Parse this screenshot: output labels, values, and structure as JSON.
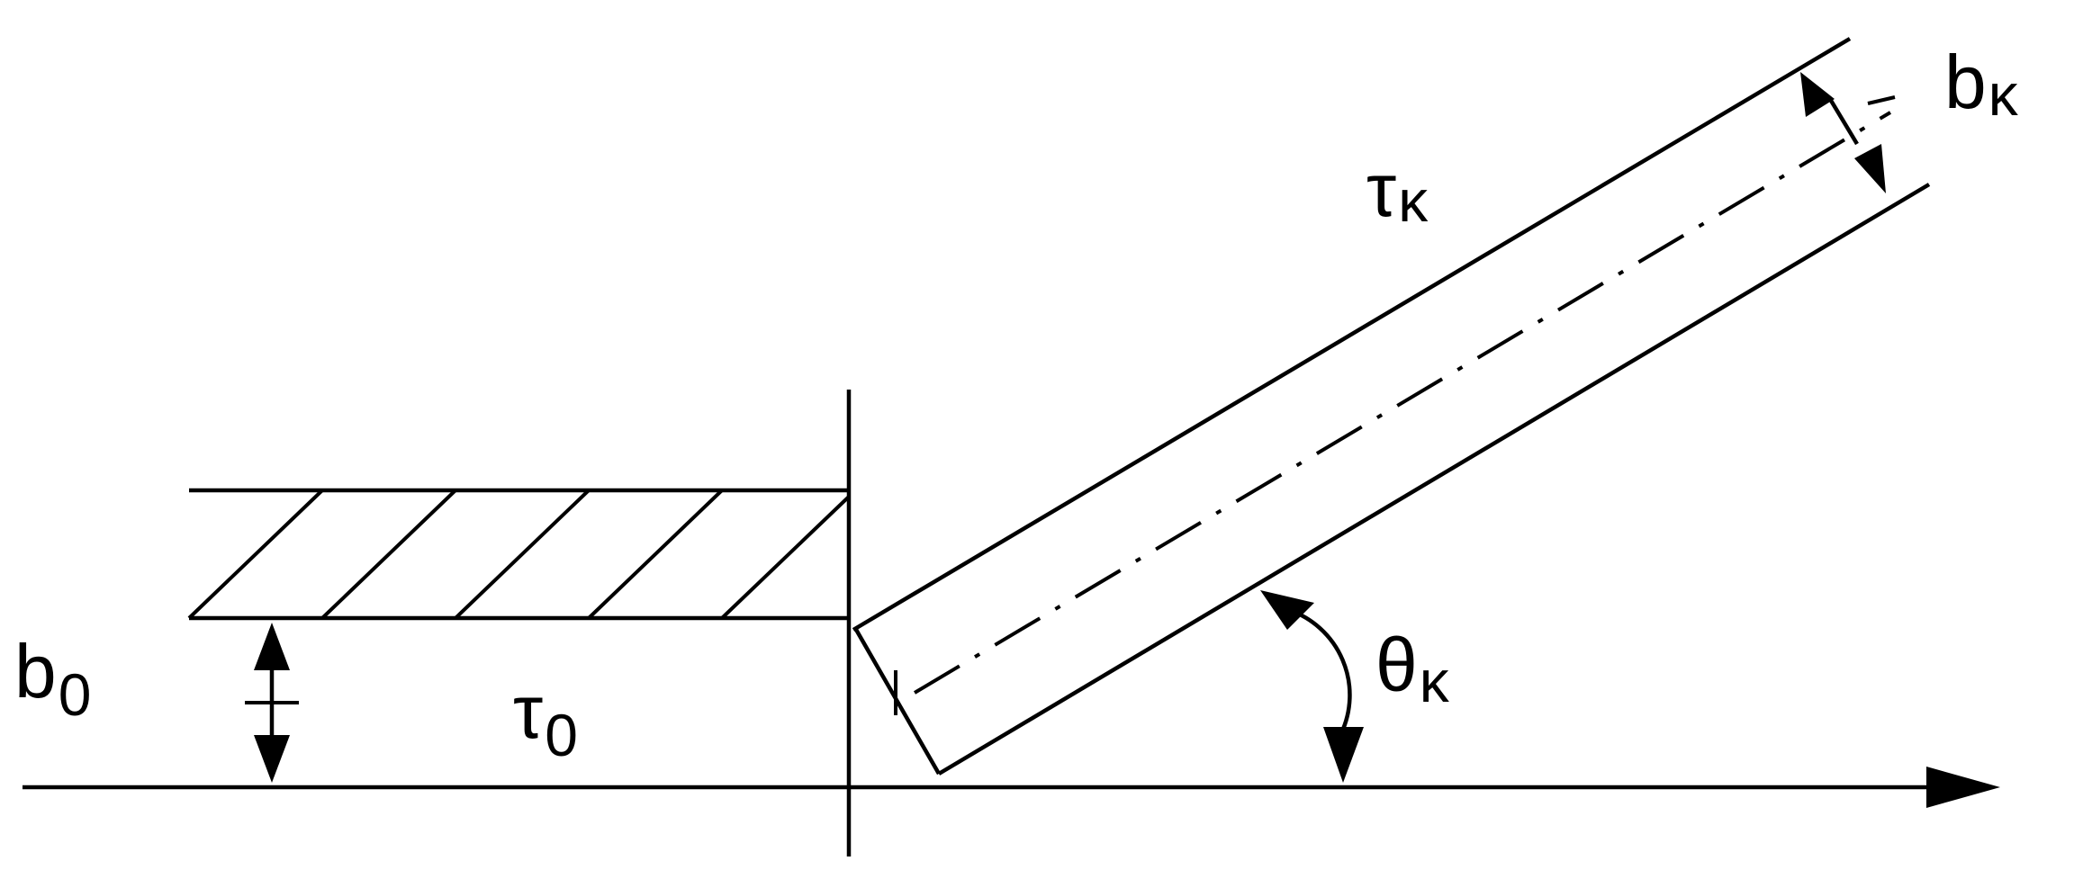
{
  "labels": {
    "b0": {
      "base": "b",
      "sub": "0"
    },
    "tau0": {
      "base": "τ",
      "sub": "0"
    },
    "tauk": {
      "base": "τ",
      "sub": "κ"
    },
    "bk": {
      "base": "b",
      "sub": "κ"
    },
    "thetak": {
      "base": "θ",
      "sub": "κ"
    }
  }
}
